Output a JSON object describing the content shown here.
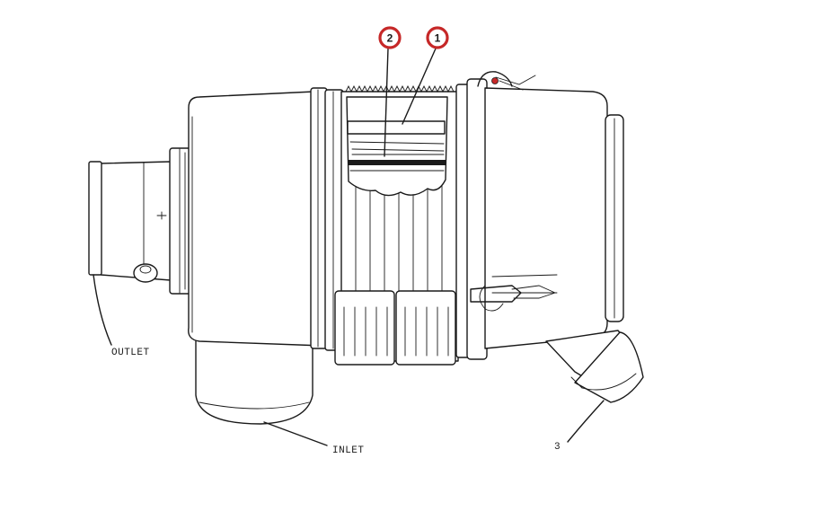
{
  "diagram": {
    "labels": {
      "outlet": "OUTLET",
      "inlet": "INLET",
      "part3": "3"
    },
    "callouts": [
      {
        "number": "2"
      },
      {
        "number": "1"
      }
    ],
    "colors": {
      "line": "#1a1a1a",
      "callout_ring": "#c62828",
      "background": "#ffffff"
    }
  }
}
